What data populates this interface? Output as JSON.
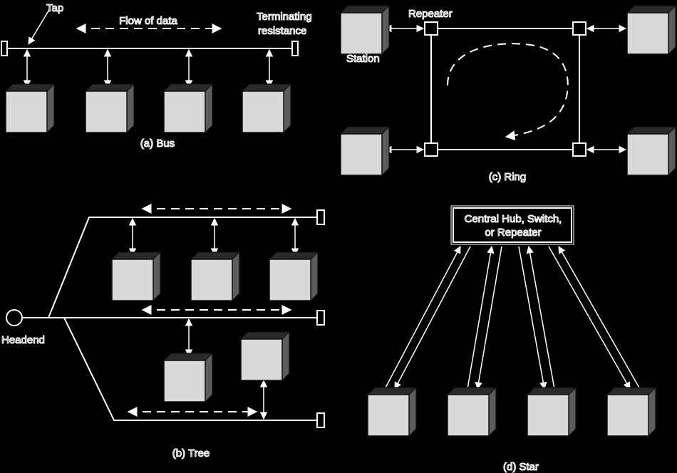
{
  "bus": {
    "tap_label": "Tap",
    "flow_label": "Flow of data",
    "term_label_1": "Terminating",
    "term_label_2": "resistance",
    "caption": "(a) Bus"
  },
  "ring": {
    "repeater_label": "Repeater",
    "station_label": "Station",
    "caption": "(c) Ring"
  },
  "tree": {
    "headend_label": "Headend",
    "caption": "(b) Tree"
  },
  "star": {
    "hub_label_1": "Central Hub, Switch,",
    "hub_label_2": "or Repeater",
    "caption": "(d) Star"
  },
  "colors": {
    "background": "#000000",
    "line": "#ffffff",
    "station_face": "#d9d9d9"
  }
}
